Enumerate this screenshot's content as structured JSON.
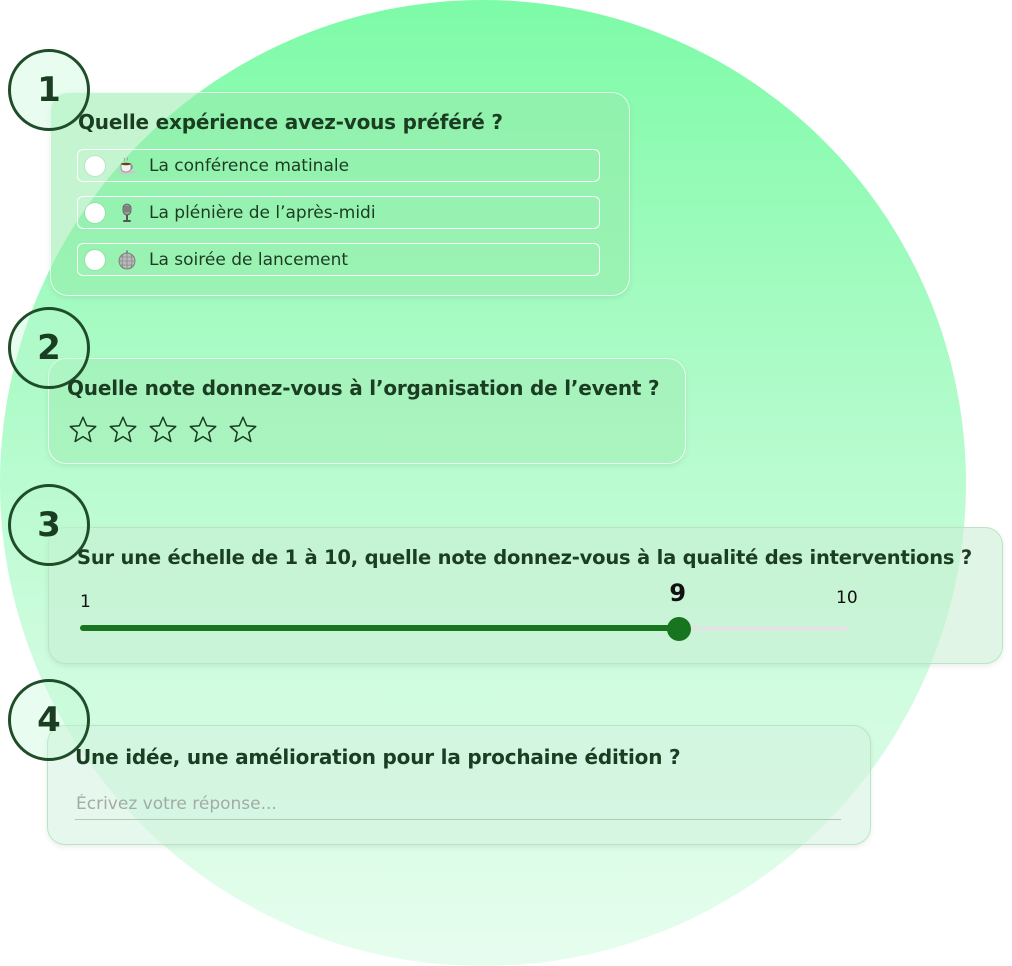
{
  "questions": [
    {
      "number": "1",
      "title": "Quelle expérience avez-vous préféré ?",
      "options": [
        {
          "label": "La conférence matinale",
          "icon": "coffee-icon"
        },
        {
          "label": "La plénière de l’après-midi",
          "icon": "microphone-icon"
        },
        {
          "label": "La soirée de lancement",
          "icon": "disco-ball-icon"
        }
      ]
    },
    {
      "number": "2",
      "title": "Quelle note donnez-vous à l’organisation de l’event ?",
      "rating": {
        "max": 5,
        "value": 0
      }
    },
    {
      "number": "3",
      "title": "Sur une échelle de 1 à 10, quelle note donnez-vous à la qualité des interventions ?",
      "slider": {
        "min": 1,
        "max": 10,
        "value": 9,
        "min_label": "1",
        "max_label": "10",
        "value_label": "9"
      }
    },
    {
      "number": "4",
      "title": "Une idée, une amélioration pour la prochaine édition ?",
      "answer": {
        "value": "",
        "placeholder": "Écrivez votre réponse..."
      }
    }
  ],
  "colors": {
    "accent": "#17741f",
    "text": "#1b3d22",
    "badge_border": "#1f4d2a",
    "track": "#dfe6e1"
  }
}
